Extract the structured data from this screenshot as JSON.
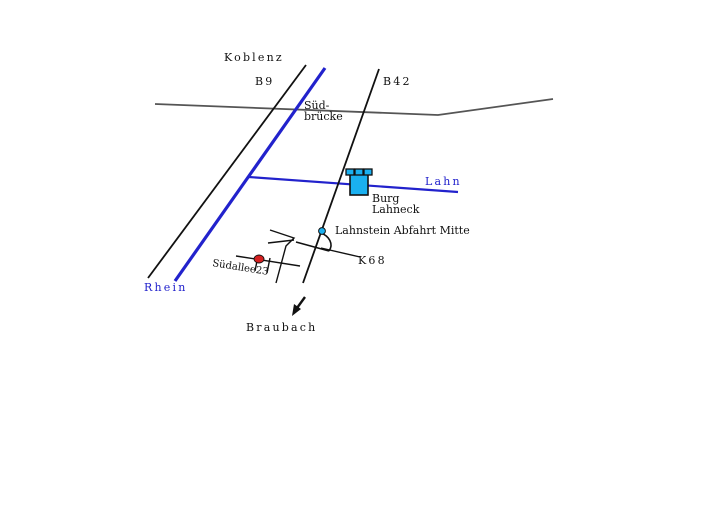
{
  "colors": {
    "road": "#111111",
    "road_gray": "#555555",
    "river": "#2222cc",
    "castle": "#1ab0f0",
    "marker_red": "#d42020",
    "junction": "#1ab0f0",
    "background": "#ffffff"
  },
  "labels": {
    "koblenz": "Koblenz",
    "b9": "B9",
    "b42": "B42",
    "sued_bruecke_1": "Süd-",
    "sued_bruecke_2": "brücke",
    "lahn": "Lahn",
    "burg_1": "Burg",
    "burg_2": "Lahneck",
    "abfahrt": "Lahnstein Abfahrt Mitte",
    "k68": "K68",
    "suedallee": "Südallee23",
    "rhein": "Rhein",
    "braubach": "Braubach"
  },
  "icons": {
    "castle": "castle-icon",
    "location": "location-marker-icon",
    "junction": "junction-dot-icon",
    "direction": "arrow-down-left-icon"
  }
}
